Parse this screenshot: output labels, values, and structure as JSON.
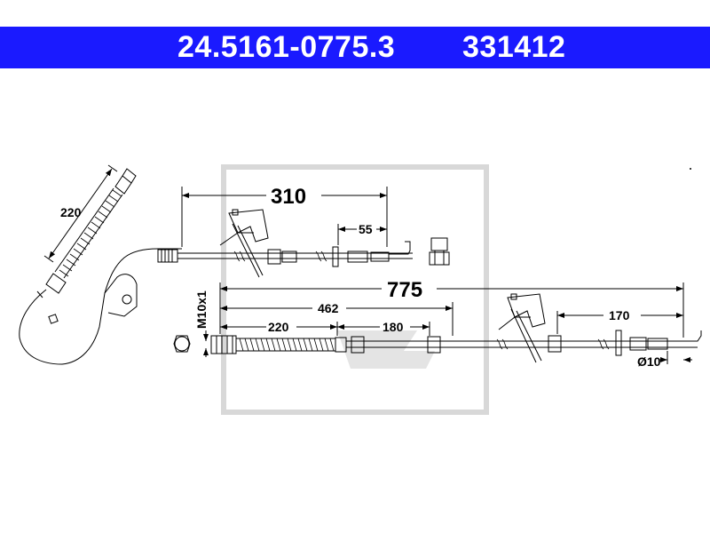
{
  "header": {
    "part_number": "24.5161-0775.3",
    "reference": "331412",
    "color": "#1a1aff"
  },
  "dimensions": {
    "upper_length": "310",
    "upper_end": "55",
    "side_hose": "220",
    "total_length": "775",
    "thread": "M10x1",
    "to_fitting": "462",
    "hose_length": "220",
    "mid_section": "180",
    "end_section": "170",
    "diameter": "Ø10"
  }
}
